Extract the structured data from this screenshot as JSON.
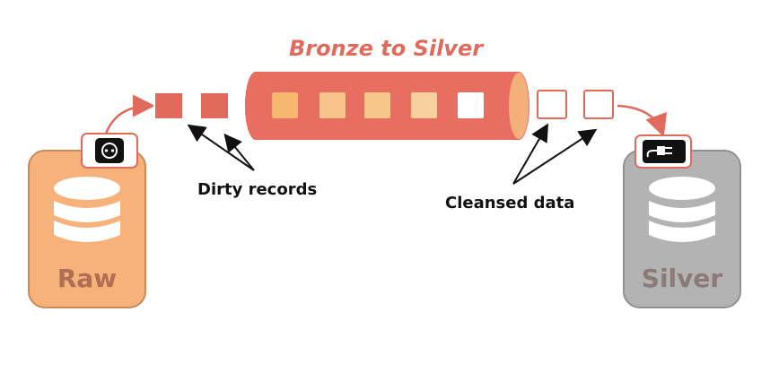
{
  "title": "Bronze to Silver",
  "labels": {
    "dirty": "Dirty records",
    "cleansed": "Cleansed data"
  },
  "source": {
    "label": "Raw",
    "icon": "socket-icon"
  },
  "target": {
    "label": "Silver",
    "icon": "plug-icon"
  },
  "colors": {
    "accent": "#e06a5c",
    "raw_fill": "#f6b27a",
    "raw_border": "#c98a58",
    "raw_text": "#b06e55",
    "silver_fill": "#b3b3b3",
    "silver_border": "#909090",
    "silver_text": "#8a7a78",
    "pipe": "#e86e62"
  }
}
